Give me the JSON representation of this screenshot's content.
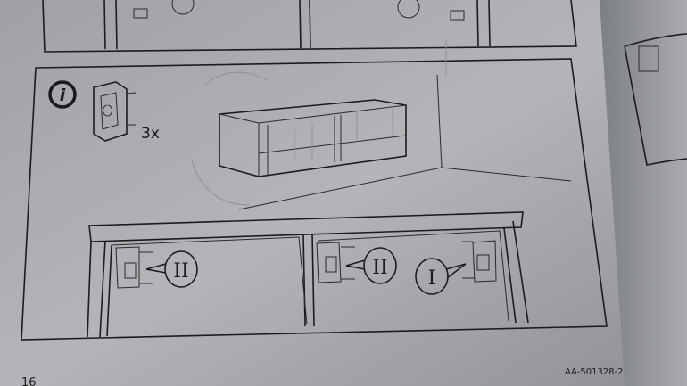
{
  "page": {
    "page_number": "16",
    "document_code": "AA-501328-2"
  },
  "step": {
    "info_icon_label": "i",
    "quantity": "3x",
    "callouts": [
      "II",
      "II",
      "I"
    ]
  },
  "colors": {
    "paper": "#b4b6b9",
    "ink": "#1c1c1e"
  }
}
